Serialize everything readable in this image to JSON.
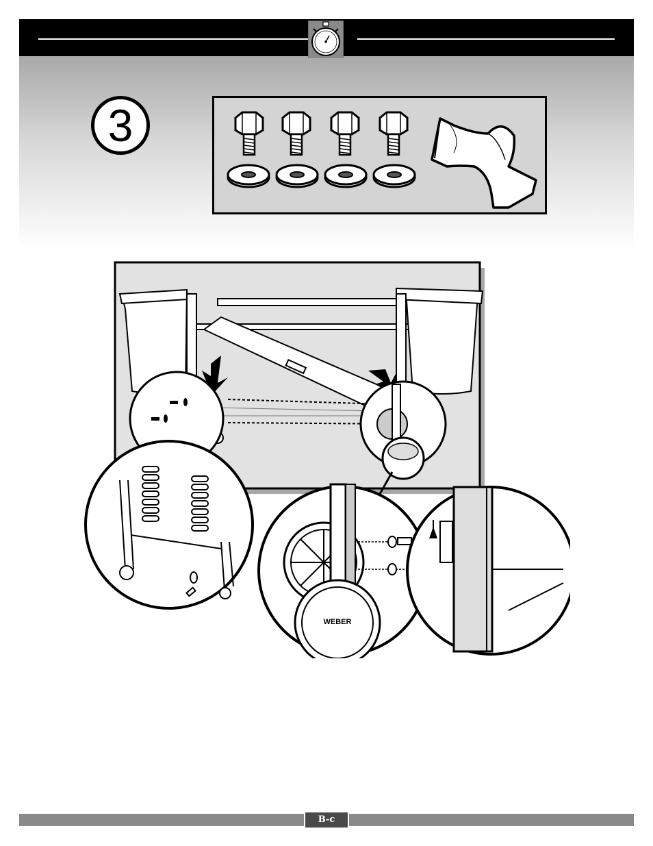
{
  "header": {
    "icon": "stopwatch-icon"
  },
  "step": {
    "number": "3"
  },
  "parts": {
    "bolts": 4,
    "washers": 4,
    "icons": [
      "hex-bolt-icon",
      "flat-washer-icon",
      "bracket-tool-icon"
    ]
  },
  "illustration": {
    "icons": [
      "cart-frame-illustration",
      "left-leg-detail",
      "wheel-detail",
      "frame-detail"
    ],
    "wheel_hub_text": "WEBER"
  },
  "footer": {
    "page_label": "B-c"
  },
  "colors": {
    "header": "#000000",
    "parts_bg": "#d4d4d4",
    "footer": "#8a8a8a",
    "footer_label_bg": "#4a4a4a"
  }
}
